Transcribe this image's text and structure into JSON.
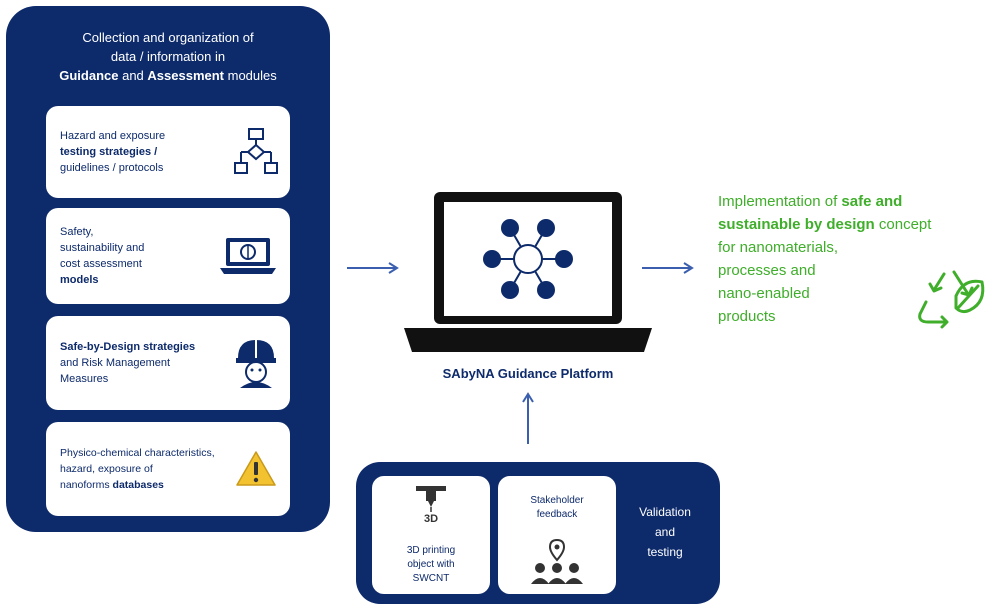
{
  "left_panel": {
    "header_line1": "Collection and organization of",
    "header_line2": "data / information in",
    "header_guidance": "Guidance",
    "header_and": " and ",
    "header_assessment": "Assessment",
    "header_modules": " modules",
    "cards": [
      {
        "l1": "Hazard and exposure",
        "l2": "testing strategies /",
        "l3": "guidelines / protocols",
        "icon": "flowchart-icon"
      },
      {
        "l1": "Safety,",
        "l2": "sustainability and",
        "l3": "cost assessment",
        "l4": "models",
        "icon": "laptop-icon"
      },
      {
        "l1": "Safe-by-Design strategies",
        "l2": "and Risk Management",
        "l3": "Measures",
        "icon": "safety-helmet-icon"
      },
      {
        "l1": "Physico-chemical characteristics,",
        "l2": "hazard, exposure of",
        "l3_pre": "nanoforms ",
        "l3_bold": "databases",
        "icon": "warning-icon"
      }
    ]
  },
  "platform": {
    "label": "SAbyNA Guidance Platform",
    "icon": "network-laptop-icon"
  },
  "outcome": {
    "p1": "Implementation of ",
    "b1": "safe and",
    "b2": "sustainable by design",
    "p2": " concept",
    "p3": "for nanomaterials,",
    "p4": "processes and",
    "p5": "nano-enabled",
    "p6": "products",
    "icon": "recycle-leaf-icon"
  },
  "bottom_panel": {
    "card1_l1": "3D printing",
    "card1_l2": "object with",
    "card1_l3": "SWCNT",
    "card1_icon_label": "3D",
    "card2_l1": "Stakeholder",
    "card2_l2": "feedback",
    "validation_l1": "Validation",
    "validation_l2": "and",
    "validation_l3": "testing"
  },
  "colors": {
    "navy": "#0d2a6b",
    "green": "#3fae2a",
    "warning": "#f2c230",
    "arrow": "#3b5fae"
  }
}
